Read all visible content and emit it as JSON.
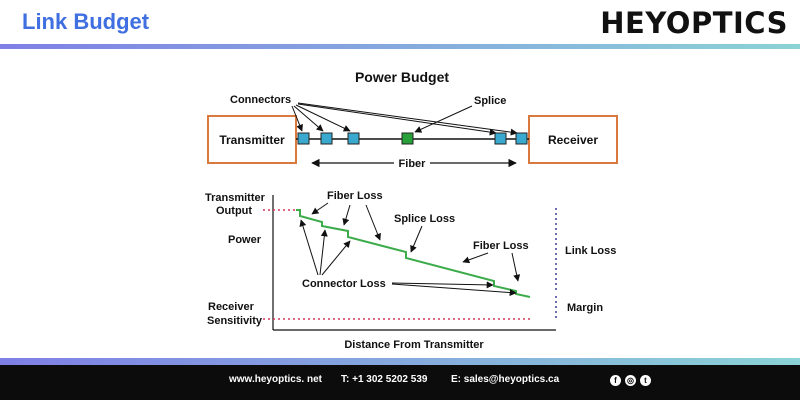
{
  "header": {
    "title": "Link Budget",
    "logo_text": "HEYOPTICS"
  },
  "diagram": {
    "title": "Power Budget",
    "connectors_label": "Connectors",
    "splice_label": "Splice",
    "transmitter_label": "Transmitter",
    "receiver_label": "Receiver",
    "fiber_label": "Fiber",
    "tx_output_line1": "Transmitter",
    "tx_output_line2": "Output",
    "power_label": "Power",
    "fiber_loss_label_1": "Fiber Loss",
    "splice_loss_label": "Splice Loss",
    "fiber_loss_label_2": "Fiber Loss",
    "connector_loss_label": "Connector Loss",
    "link_loss_label": "Link Loss",
    "margin_label": "Margin",
    "rx_sens_line1": "Receiver",
    "rx_sens_line2": "Sensitivity",
    "x_axis_label": "Distance From Transmitter"
  },
  "footer": {
    "website": "www.heyoptics. net",
    "phone": "T: +1 302 5202 539",
    "email": "E: sales@heyoptics.ca"
  },
  "colors": {
    "accent_blue": "#3f6fe0",
    "box_border": "#d9793e",
    "connector_fill": "#3aa9cf",
    "splice_fill": "#27a03a",
    "loss_line": "#3cab4a",
    "dotted_red": "#d8355a",
    "dotted_blue": "#3b3b9a"
  },
  "icons": [
    "facebook-icon",
    "instagram-icon",
    "twitter-icon"
  ]
}
